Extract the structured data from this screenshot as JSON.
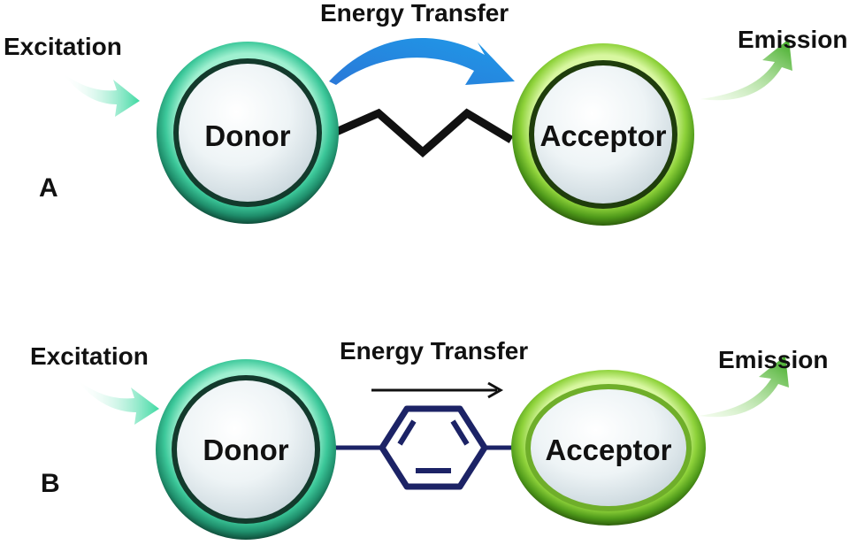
{
  "panels": [
    {
      "letter": "A",
      "excitation": "Excitation",
      "energy_transfer": "Energy Transfer",
      "emission": "Emission",
      "donor": "Donor",
      "acceptor": "Acceptor",
      "linker": "zigzag-chain"
    },
    {
      "letter": "B",
      "excitation": "Excitation",
      "energy_transfer": "Energy Transfer",
      "emission": "Emission",
      "donor": "Donor",
      "acceptor": "Acceptor",
      "linker": "benzene-ring"
    }
  ],
  "colors": {
    "donor_ring": "#3cc89a",
    "acceptor_ring": "#8ed23a",
    "transfer_arrow_a": "#1f86e0",
    "transfer_arrow_b": "#111111",
    "linker_a": "#111111",
    "linker_b": "#1c2366",
    "excitation_arrow": "#5ee0b0",
    "emission_arrow": "#46b52a"
  }
}
